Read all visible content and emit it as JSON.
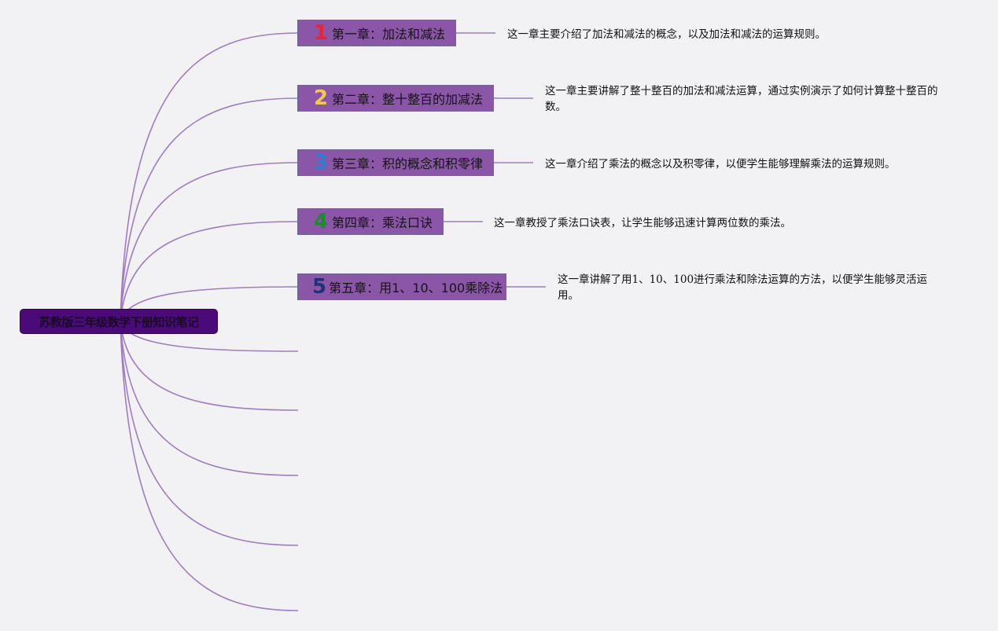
{
  "root": {
    "title": "苏教版三年级数学下册知识笔记"
  },
  "chapters": [
    {
      "number": "1",
      "number_color": "#e5243b",
      "title": "第一章：加法和减法",
      "description": "这一章主要介绍了加法和减法的概念，以及加法和减法的运算规则。"
    },
    {
      "number": "2",
      "number_color": "#f2c94c",
      "title": "第二章：整十整百的加减法",
      "description": "这一章主要讲解了整十整百的加法和减法运算，通过实例演示了如何计算整十整百的数。"
    },
    {
      "number": "3",
      "number_color": "#2d7dd2",
      "title": "第三章：积的概念和积零律",
      "description": "这一章介绍了乘法的概念以及积零律，以便学生能够理解乘法的运算规则。"
    },
    {
      "number": "4",
      "number_color": "#1e8a2e",
      "title": "第四章：乘法口诀",
      "description": "这一章教授了乘法口诀表，让学生能够迅速计算两位数的乘法。"
    },
    {
      "number": "5",
      "number_color": "#22307a",
      "title": "第五章：用1、10、100乘除法",
      "description": "这一章讲解了用1、10、100进行乘法和除法运算的方法，以便学生能够灵活运用。"
    }
  ],
  "colors": {
    "background": "#f2f1f4",
    "branch_line": "#a07cc0",
    "root_fill": "#4b0a7a",
    "chapter_fill": "#8b55a8"
  }
}
